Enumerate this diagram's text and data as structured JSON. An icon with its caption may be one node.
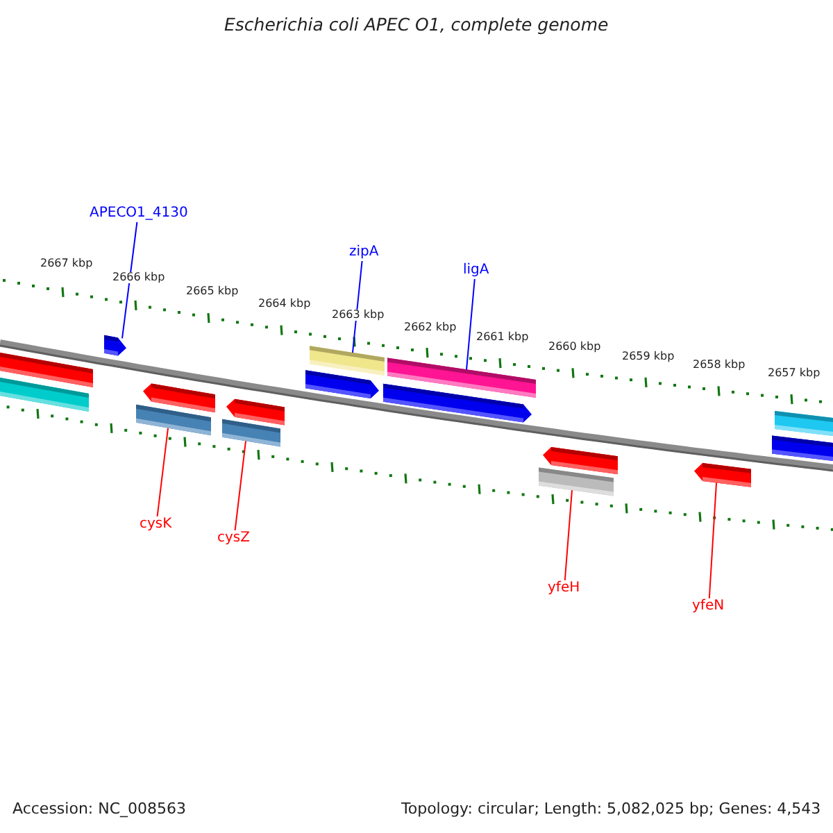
{
  "diagram": {
    "title": "Escherichia coli APEC O1, complete genome",
    "nodes": [
      {
        "text": [
          "APECO1_4130"
        ]
      },
      {
        "text": [
          "zipA"
        ]
      },
      {
        "text": [
          "ligA"
        ]
      },
      {
        "text": [
          "cysK"
        ]
      },
      {
        "text": [
          "cysZ"
        ]
      },
      {
        "text": [
          "yfeH"
        ]
      },
      {
        "text": [
          "yfeN"
        ]
      },
      {
        "text": [],
        "shape": "bar"
      },
      {
        "text": [],
        "shape": "bar"
      },
      {
        "text": [],
        "shape": "arrow"
      },
      {
        "text": [],
        "shape": "bar"
      },
      {
        "text": [],
        "shape": "arrow"
      },
      {
        "text": [],
        "shape": "bar"
      },
      {
        "text": [],
        "shape": "arrow"
      },
      {
        "text": [],
        "shape": "arrow"
      },
      {
        "text": [],
        "shape": "bar"
      },
      {
        "text": [],
        "shape": "arrow"
      },
      {
        "text": [],
        "shape": "bar"
      },
      {
        "text": [],
        "shape": "bar"
      },
      {
        "text": [],
        "shape": "arrow"
      },
      {
        "text": [],
        "shape": "arrow"
      },
      {
        "text": [],
        "shape": "arrow"
      },
      {
        "text": [],
        "shape": "bar"
      }
    ],
    "edges": [
      {
        "from": 0,
        "to": 9,
        "arrow": "none",
        "color": "#0000ff"
      },
      {
        "from": 1,
        "to": 15,
        "arrow": "none",
        "color": "#0000ff"
      },
      {
        "from": 2,
        "to": 17,
        "arrow": "none",
        "color": "#0000ff"
      },
      {
        "from": 3,
        "to": 10,
        "arrow": "none",
        "color": "#ff0000"
      },
      {
        "from": 4,
        "to": 12,
        "arrow": "none",
        "color": "#ff0000"
      },
      {
        "from": 5,
        "to": 18,
        "arrow": "none",
        "color": "#ff0000"
      },
      {
        "from": 6,
        "to": 20,
        "arrow": "none",
        "color": "#ff0000"
      }
    ],
    "labels": [
      "2667 kbp",
      "2666 kbp",
      "2665 kbp",
      "2664 kbp",
      "2663 kbp",
      "2662 kbp",
      "2661 kbp",
      "2660 kbp",
      "2659 kbp",
      "2658 kbp",
      "2657 kbp",
      "Accession: NC_008563",
      "Topology: circular; Length: 5,082,025 bp; Genes: 4,543"
    ]
  }
}
